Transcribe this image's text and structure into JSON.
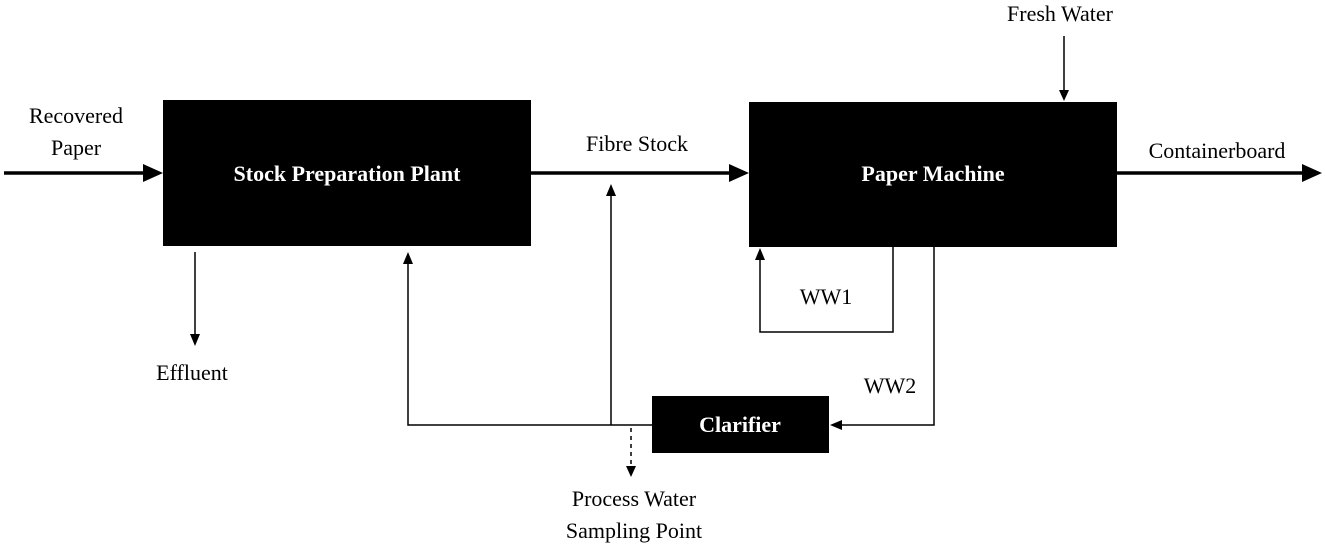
{
  "nodes": {
    "stock_prep": "Stock Preparation Plant",
    "paper_machine": "Paper Machine",
    "clarifier": "Clarifier"
  },
  "labels": {
    "recovered_paper_line1": "Recovered",
    "recovered_paper_line2": "Paper",
    "fibre_stock": "Fibre Stock",
    "fresh_water": "Fresh Water",
    "containerboard": "Containerboard",
    "effluent": "Effluent",
    "ww1": "WW1",
    "ww2": "WW2",
    "sampling_line1": "Process Water",
    "sampling_line2": "Sampling Point"
  },
  "colors": {
    "box_fill": "#000000",
    "box_text": "#ffffff",
    "line": "#000000"
  }
}
